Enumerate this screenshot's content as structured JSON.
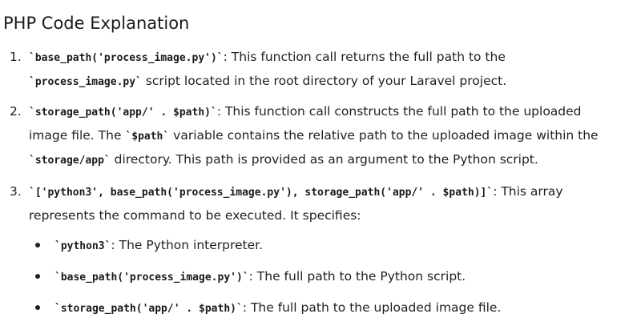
{
  "title": "PHP Code Explanation",
  "items": [
    {
      "number": "1.",
      "line1_code": "`base_path('process_image.py')`",
      "line1_text": ": This function call returns the full path to the",
      "line2_code": "`process_image.py`",
      "line2_text": " script located in the root directory of your Laravel project."
    },
    {
      "number": "2.",
      "line1_code": "`storage_path('app/' . $path)`",
      "line1_text": ": This function call constructs the full path to the uploaded",
      "line2_pre": "image file. The ",
      "line2_code": "`$path`",
      "line2_text": " variable contains the relative path to the uploaded image within the",
      "line3_code": "`storage/app`",
      "line3_text": " directory. This path is provided as an argument to the Python script."
    },
    {
      "number": "3.",
      "line1_code": "`['python3', base_path('process_image.py'), storage_path('app/' . $path)]`",
      "line1_text": ": This array",
      "line2_text": "represents the command to be executed. It specifies:"
    }
  ],
  "subitems": [
    {
      "code": "`python3`",
      "text": ": The Python interpreter."
    },
    {
      "code": "`base_path('process_image.py')`",
      "text": ": The full path to the Python script."
    },
    {
      "code": "`storage_path('app/' . $path)`",
      "text": ": The full path to the uploaded image file."
    }
  ]
}
